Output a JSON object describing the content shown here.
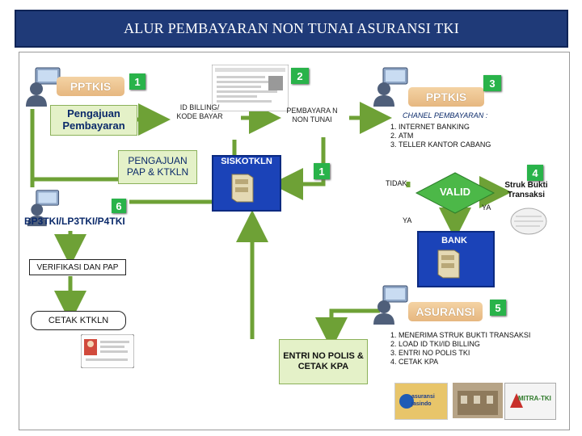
{
  "title": "ALUR PEMBAYARAN NON TUNAI ASURANSI TKI",
  "nodes": {
    "pptkis_left": "PPTKIS",
    "pengajuan_pembayaran": "Pengajuan Pembayaran",
    "id_billing": "ID BILLING/ KODE BAYAR",
    "pembayaran_non_tunai": "PEMBAYARA N NON TUNAI",
    "pptkis_right": "PPTKIS",
    "chanel_title": "CHANEL PEMBAYARAN :",
    "chanel_items": [
      "INTERNET BANKING",
      "ATM",
      "TELLER KANTOR CABANG"
    ],
    "pengajuan_pap": "PENGAJUAN PAP & KTKLN",
    "siskotkln": "SISKOTKLN",
    "bp3tki": "BP3TKI/LP3TKI/P4TKI",
    "tidak": "TIDAK",
    "valid": "VALID",
    "ya_right": "YA",
    "struk": "Struk Bukti Transaksi",
    "ya_down": "YA",
    "bank": "BANK",
    "verifikasi": "VERIFIKASI DAN PAP",
    "cetak_ktkln": "CETAK KTKLN",
    "asuransi": "ASURANSI",
    "entri_polis": "ENTRI NO POLIS & CETAK KPA",
    "asuransi_items": [
      "MENERIMA STRUK BUKTI TRANSAKSI",
      "LOAD ID TKI/ID BILLING",
      "ENTRI NO POLIS TKI",
      "CETAK KPA"
    ],
    "logo_jasindo": "asuransi jasindo",
    "logo_mitra": "MITRA-TKI"
  },
  "badges": {
    "b1_top": "1",
    "b2": "2",
    "b3": "3",
    "b1_mid": "1",
    "b4": "4",
    "b5": "5",
    "b6": "6"
  },
  "colors": {
    "title_bg": "#1f3a78",
    "arrow_green": "#6ea136",
    "badge_green": "#29b34a",
    "box_green": "#e4f1c8",
    "blue_box": "#1b43b8",
    "valid_green": "#4cb848"
  }
}
